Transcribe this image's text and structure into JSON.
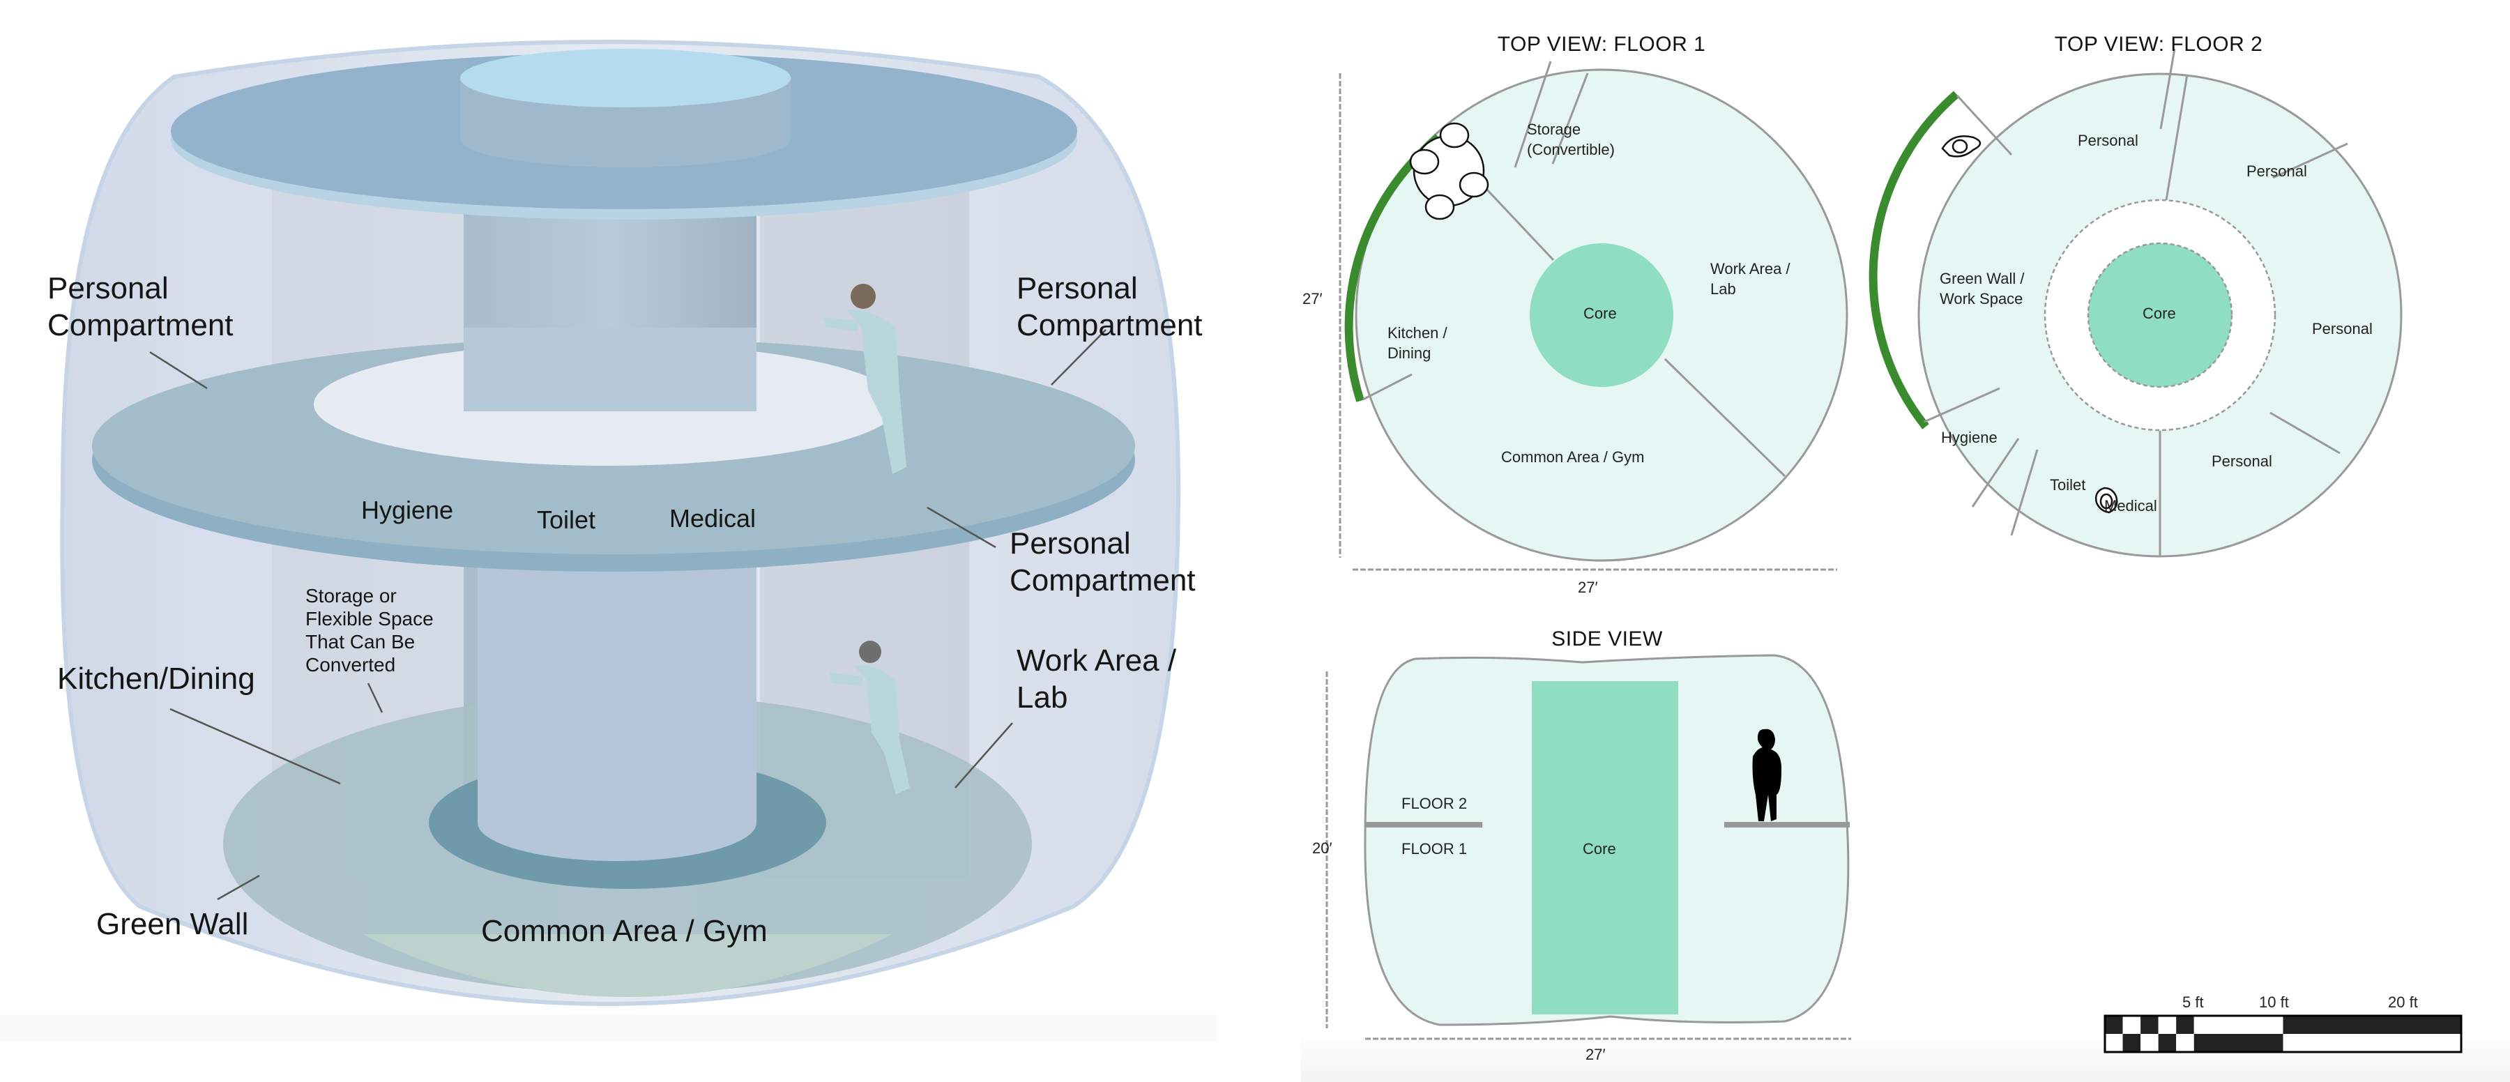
{
  "render_view": {
    "callouts": {
      "personal_compartment_left": "Personal\nCompartment",
      "personal_compartment_right_top": "Personal\nCompartment",
      "personal_compartment_right_bottom": "Personal\nCompartment",
      "hygiene": "Hygiene",
      "toilet": "Toilet",
      "medical": "Medical",
      "storage_flexible": "Storage or\nFlexible Space\nThat Can Be\nConverted",
      "kitchen_dining": "Kitchen/Dining",
      "work_area_lab": "Work Area /\nLab",
      "green_wall": "Green Wall",
      "common_area_gym": "Common Area / Gym"
    },
    "colors": {
      "shell": "#dce3ef",
      "floor_slab": "#8fb0c4",
      "core": "#b3c8d8",
      "roof_cap": "#b5dcee",
      "lower_floor_common": "#bfd2cc"
    }
  },
  "floor1": {
    "title": "TOP VIEW: FLOOR 1",
    "dimension_vertical": "27′",
    "dimension_horizontal": "27′",
    "core_label": "Core",
    "rooms": [
      {
        "name": "storage",
        "label": "Storage\n(Convertible)"
      },
      {
        "name": "work-area-lab",
        "label": "Work Area /\nLab"
      },
      {
        "name": "kitchen-dining",
        "label": "Kitchen /\nDining"
      },
      {
        "name": "common-area-gym",
        "label": "Common Area / Gym"
      }
    ]
  },
  "floor2": {
    "title": "TOP VIEW: FLOOR 2",
    "core_label": "Core",
    "rooms": [
      {
        "name": "personal-1",
        "label": "Personal"
      },
      {
        "name": "personal-2",
        "label": "Personal"
      },
      {
        "name": "personal-3",
        "label": "Personal"
      },
      {
        "name": "personal-4",
        "label": "Personal"
      },
      {
        "name": "green-wall-work-space",
        "label": "Green Wall /\nWork Space"
      },
      {
        "name": "hygiene",
        "label": "Hygiene"
      },
      {
        "name": "toilet",
        "label": "Toilet"
      },
      {
        "name": "medical",
        "label": "Medical"
      }
    ]
  },
  "side_view": {
    "title": "SIDE VIEW",
    "floor2_label": "FLOOR 2",
    "floor1_label": "FLOOR 1",
    "core_label": "Core",
    "dimension_vertical": "20′",
    "dimension_horizontal": "27′"
  },
  "scale_bar": {
    "labels": [
      "5 ft",
      "10 ft",
      "20 ft"
    ]
  },
  "colors": {
    "plan_fill": "#e6f7f3",
    "core_fill": "#8fdec1",
    "plan_stroke": "#999999",
    "green_wall": "#3a8a2e",
    "floor_slab": "#999999",
    "text": "#1a1a1a"
  }
}
